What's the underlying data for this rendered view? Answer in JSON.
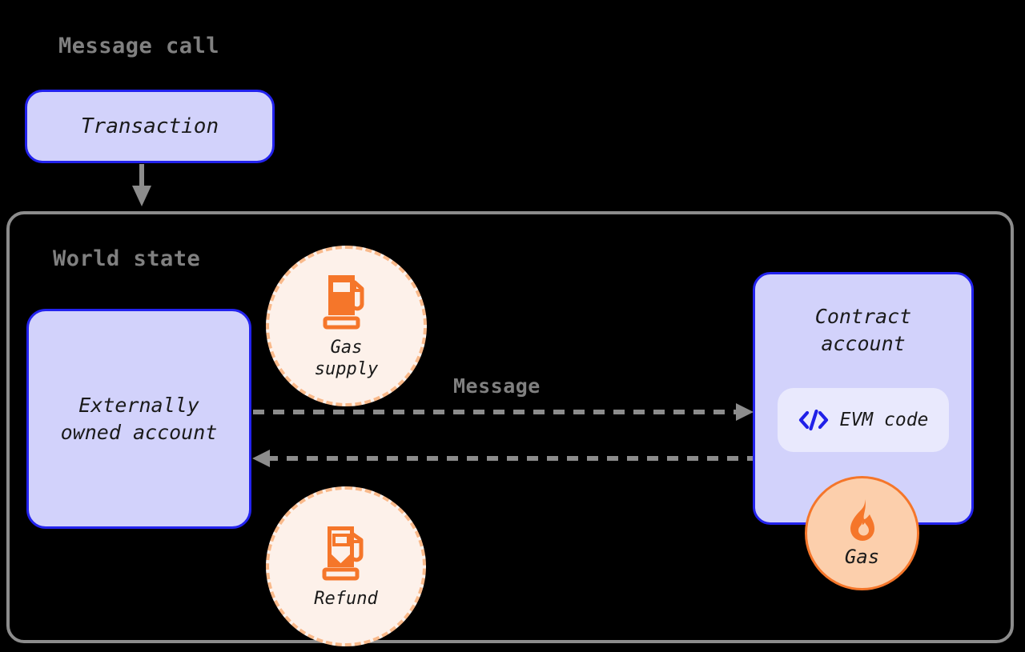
{
  "diagram": {
    "title": "Message call",
    "container_label": "World state",
    "background_color": "#000000",
    "accent_blue": "#2323ee",
    "accent_orange": "#f5762a",
    "node_fill": "#d2d2fb",
    "gray": "#808080"
  },
  "nodes": {
    "transaction": {
      "label": "Transaction"
    },
    "externally_owned_account": {
      "label": "Externally\nowned account"
    },
    "contract_account": {
      "label": "Contract\naccount",
      "evm_code_chip": {
        "label": "EVM code",
        "icon": "code-icon"
      }
    }
  },
  "badges": {
    "gas_supply": {
      "label": "Gas\nsupply",
      "icon": "gas-pump-full-icon"
    },
    "refund": {
      "label": "Refund",
      "icon": "gas-pump-partial-icon"
    },
    "gas": {
      "label": "Gas",
      "icon": "flame-icon"
    }
  },
  "edges": {
    "transaction_to_world_state": {
      "label": "",
      "style": "solid-arrow"
    },
    "message": {
      "label": "Message",
      "style": "dashed-arrow"
    },
    "return": {
      "label": "",
      "style": "dashed-arrow"
    }
  }
}
